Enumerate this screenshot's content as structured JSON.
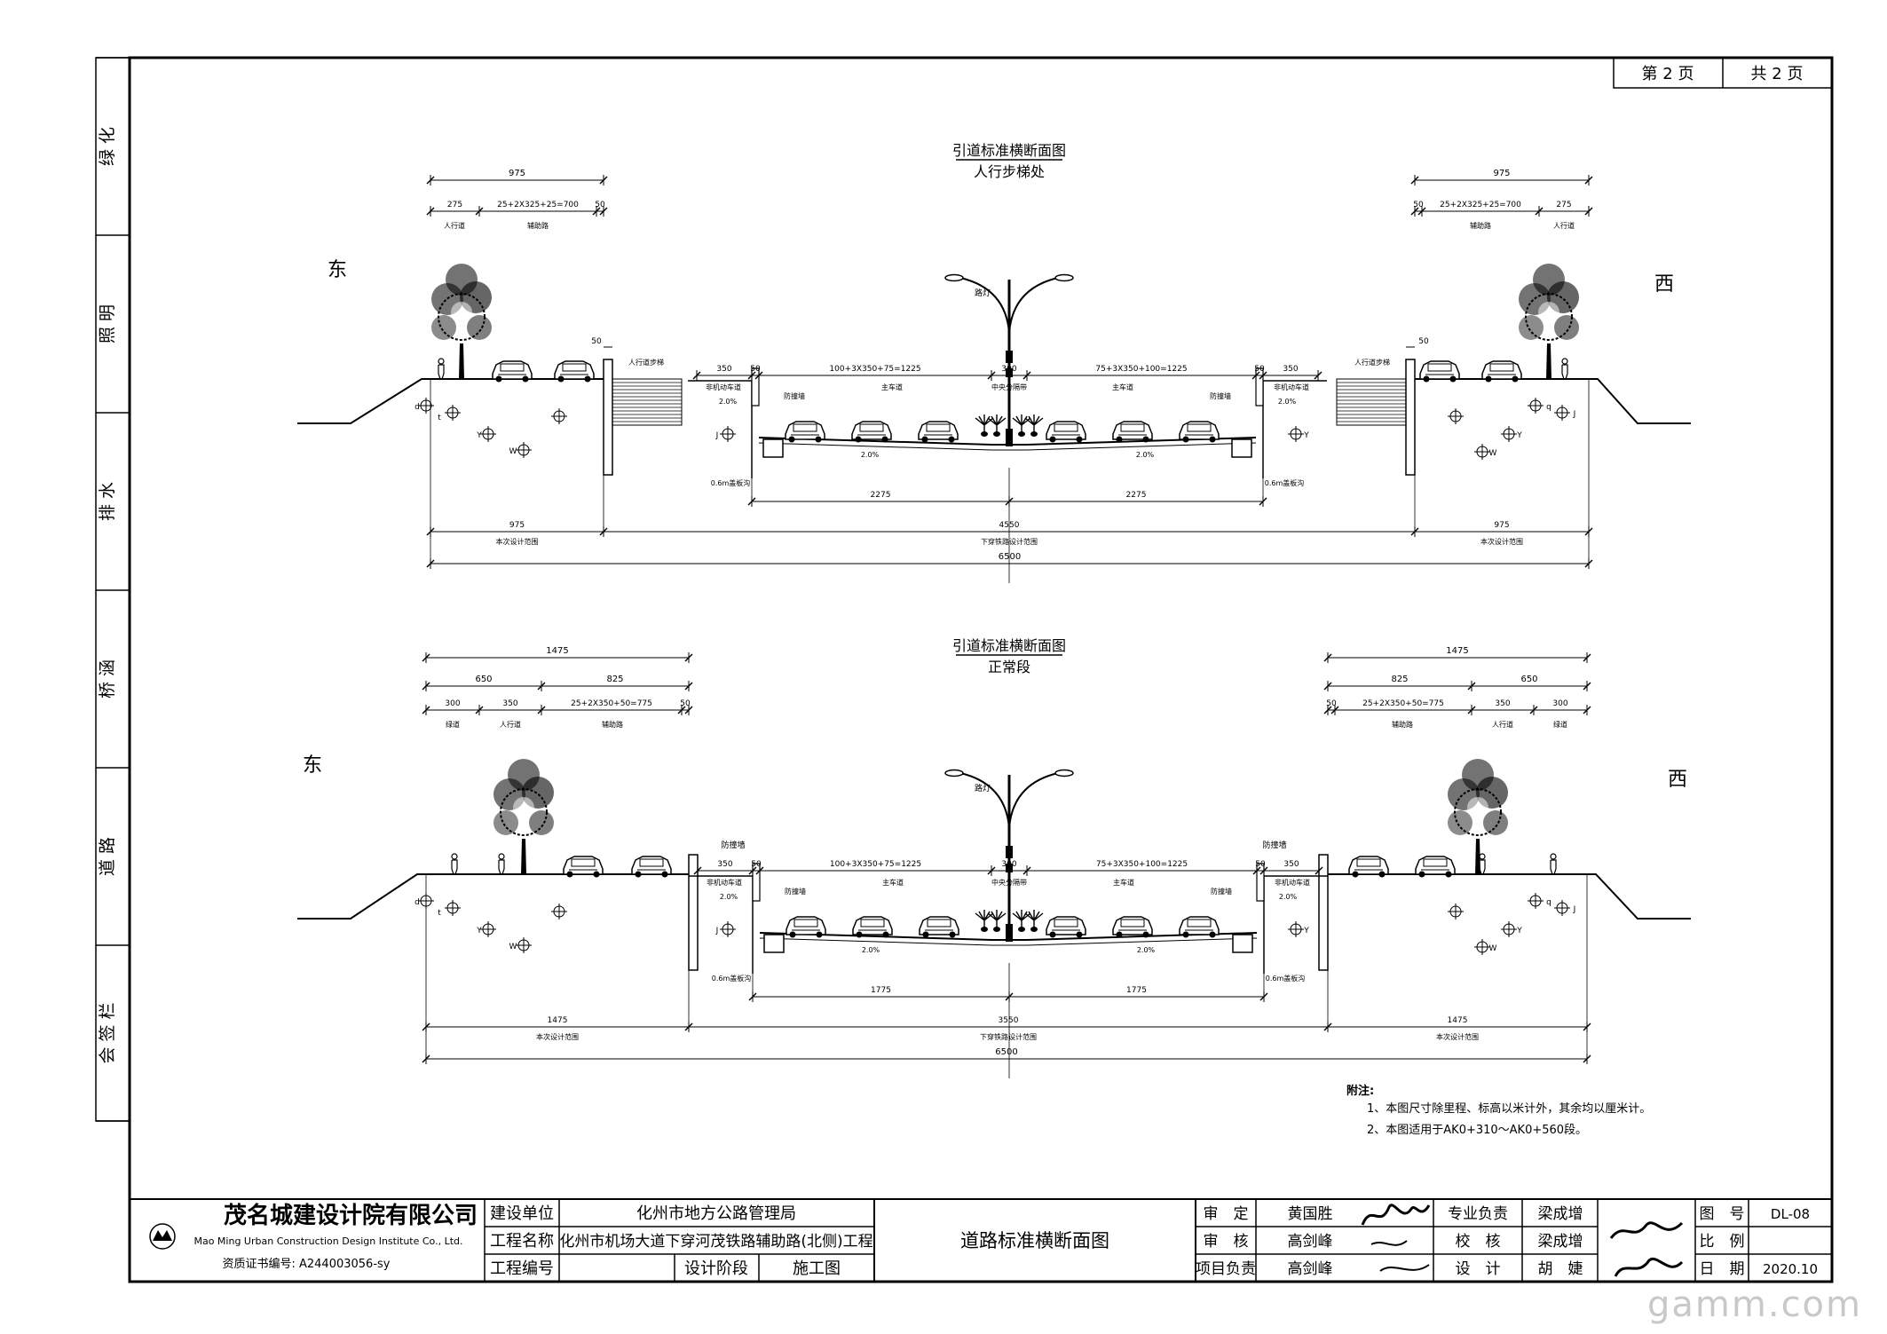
{
  "page_header": {
    "page_no": "第 2 页",
    "total_pages": "共 2 页"
  },
  "left_strip": [
    "绿 化",
    "照 明",
    "排 水",
    "桥 涵",
    "道 路",
    "会 签 栏"
  ],
  "sections": [
    {
      "title": "引道标准横断面图",
      "subtitle": "人行步梯处",
      "east": "东",
      "west": "西",
      "lamp": "路灯",
      "top_left": {
        "total": "975",
        "parts": [
          "275",
          "25+2X325+25=700",
          "50"
        ],
        "names": [
          "人行道",
          "辅助路"
        ]
      },
      "top_right": {
        "total": "975",
        "parts": [
          "50",
          "25+2X325+25=700",
          "275"
        ],
        "names": [
          "辅助路",
          "人行道"
        ]
      },
      "stair_left": "人行道步梯",
      "stair_right": "人行道步梯",
      "wall_left": "50",
      "wall_right": "50",
      "inner": [
        "350",
        "50",
        "100+3X350+75=1225",
        "300",
        "75+3X350+100=1225",
        "50",
        "350"
      ],
      "labels": [
        "非机动车道",
        "防撞墙",
        "主车道",
        "中央分隔带",
        "主车道",
        "防撞墙",
        "非机动车道"
      ],
      "slopes": [
        "2.0%",
        "2.0%",
        "2.0%",
        "2.0%"
      ],
      "drain": "0.6m盖板沟",
      "half": [
        "2275",
        "2275"
      ],
      "dim2": [
        "975",
        "4550",
        "975"
      ],
      "dim2_names": [
        "本次设计范围",
        "下穿铁路设计范围",
        "本次设计范围"
      ],
      "dim3": "6500"
    },
    {
      "title": "引道标准横断面图",
      "subtitle": "正常段",
      "east": "东",
      "west": "西",
      "lamp": "路灯",
      "top_left": {
        "total": "1475",
        "sub": "650",
        "sub2": "825",
        "parts": [
          "300",
          "350",
          "25+2X350+50=775",
          "50"
        ],
        "names": [
          "绿道",
          "人行道",
          "辅助路"
        ]
      },
      "top_right": {
        "total": "1475",
        "sub": "650",
        "sub2": "825",
        "parts": [
          "50",
          "25+2X350+50=775",
          "350",
          "300"
        ],
        "names": [
          "辅助路",
          "人行道",
          "绿道"
        ]
      },
      "wall_left": "防撞墙",
      "wall_right": "防撞墙",
      "inner": [
        "350",
        "50",
        "100+3X350+75=1225",
        "300",
        "75+3X350+100=1225",
        "50",
        "350"
      ],
      "labels": [
        "非机动车道",
        "防撞墙",
        "主车道",
        "中央分隔带",
        "主车道",
        "防撞墙",
        "非机动车道"
      ],
      "slopes": [
        "2.0%",
        "2.0%",
        "2.0%",
        "2.0%"
      ],
      "drain": "0.6m盖板沟",
      "half": [
        "1775",
        "1775"
      ],
      "dim2": [
        "1475",
        "3550",
        "1475"
      ],
      "dim2_names": [
        "本次设计范围",
        "下穿铁路设计范围",
        "本次设计范围"
      ],
      "dim3": "6500"
    }
  ],
  "notes": {
    "heading": "附注:",
    "items": [
      "1、本图尺寸除里程、标高以米计外，其余均以厘米计。",
      "2、本图适用于AK0+310～AK0+560段。"
    ]
  },
  "title_block": {
    "company": "茂名城建设计院有限公司",
    "company_en": "Mao Ming Urban Construction Design Institute Co., Ltd.",
    "cert": "资质证书编号: A244003056-sy",
    "build_unit_label": "建设单位",
    "build_unit": "化州市地方公路管理局",
    "project_name_label": "工程名称",
    "project_name": "化州市机场大道下穿河茂铁路辅助路(北侧)工程",
    "project_no_label": "工程编号",
    "project_no": "",
    "stage_label": "设计阶段",
    "stage": "施工图",
    "drawing_title": "道路标准横断面图",
    "approve_label": "审　定",
    "approve": "黄国胜",
    "review_label": "审　核",
    "review": "高剑峰",
    "pm_label": "项目负责",
    "pm": "高剑峰",
    "spec_label": "专业负责",
    "spec": "梁成增",
    "check_label": "校　核",
    "check": "梁成增",
    "design_label": "设　计",
    "design": "胡　婕",
    "dwg_no_label": "图　号",
    "dwg_no": "DL-08",
    "scale_label": "比　例",
    "scale": "",
    "date_label": "日　期",
    "date": "2020.10"
  },
  "watermark": "gamm.com"
}
